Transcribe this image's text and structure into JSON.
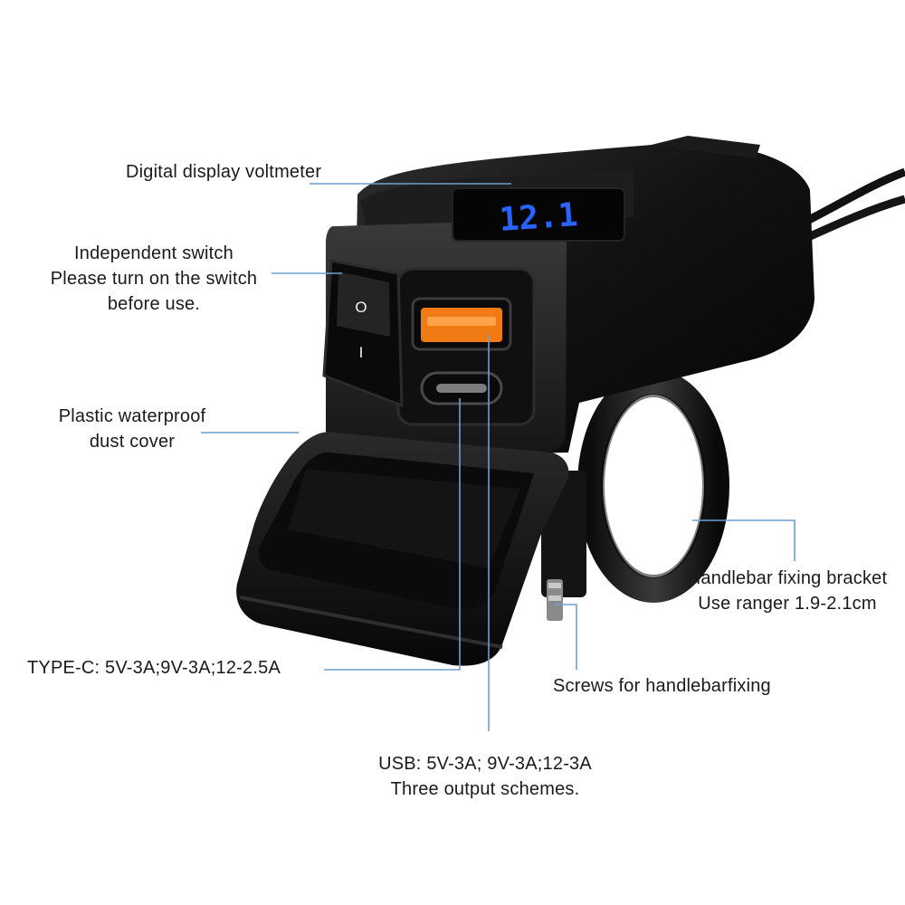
{
  "colors": {
    "background": "#ffffff",
    "callout_line": "#6f9fd0",
    "body": "#0d0d0d",
    "usb_port": "#f07a14",
    "display_digits": "#2a63ff"
  },
  "display_reading": "12.1",
  "switch_marks": {
    "off": "O",
    "on": "I"
  },
  "labels": {
    "voltmeter": "Digital display voltmeter",
    "switch": [
      "Independent switch",
      "Please turn on the switch",
      "before use."
    ],
    "cover": [
      "Plastic waterproof",
      "dust cover"
    ],
    "bracket": [
      "Handlebar fixing bracket",
      "Use ranger 1.9-2.1cm"
    ],
    "typec": "TYPE-C: 5V-3A;9V-3A;12-2.5A",
    "screws": "Screws for handlebarfixing",
    "usb": [
      "USB: 5V-3A; 9V-3A;12-3A",
      "Three output schemes."
    ]
  }
}
